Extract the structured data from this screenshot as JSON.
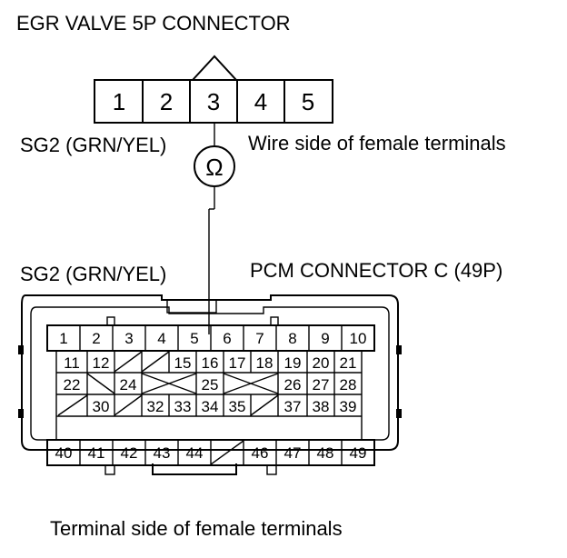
{
  "egr": {
    "title": "EGR VALVE 5P CONNECTOR",
    "pins": [
      "1",
      "2",
      "3",
      "4",
      "5"
    ],
    "side_label": "Wire side of female terminals",
    "wire_label": "SG2 (GRN/YEL)",
    "meter_symbol": "Ω"
  },
  "pcm": {
    "title": "PCM CONNECTOR C (49P)",
    "wire_label": "SG2 (GRN/YEL)",
    "rows": [
      [
        "1",
        "2",
        "3",
        "4",
        "5",
        "6",
        "7",
        "8",
        "9",
        "10"
      ],
      [
        "11",
        "12",
        "",
        "",
        "15",
        "16",
        "17",
        "18",
        "19",
        "20",
        "21"
      ],
      [
        "22",
        "",
        "24",
        "",
        "25",
        "",
        "26",
        "27",
        "28"
      ],
      [
        "",
        "30",
        "",
        "32",
        "33",
        "34",
        "35",
        "",
        "37",
        "38",
        "39"
      ],
      [
        "40",
        "41",
        "42",
        "43",
        "44",
        "",
        "46",
        "47",
        "48",
        "49"
      ]
    ],
    "side_label": "Terminal side of female terminals"
  }
}
